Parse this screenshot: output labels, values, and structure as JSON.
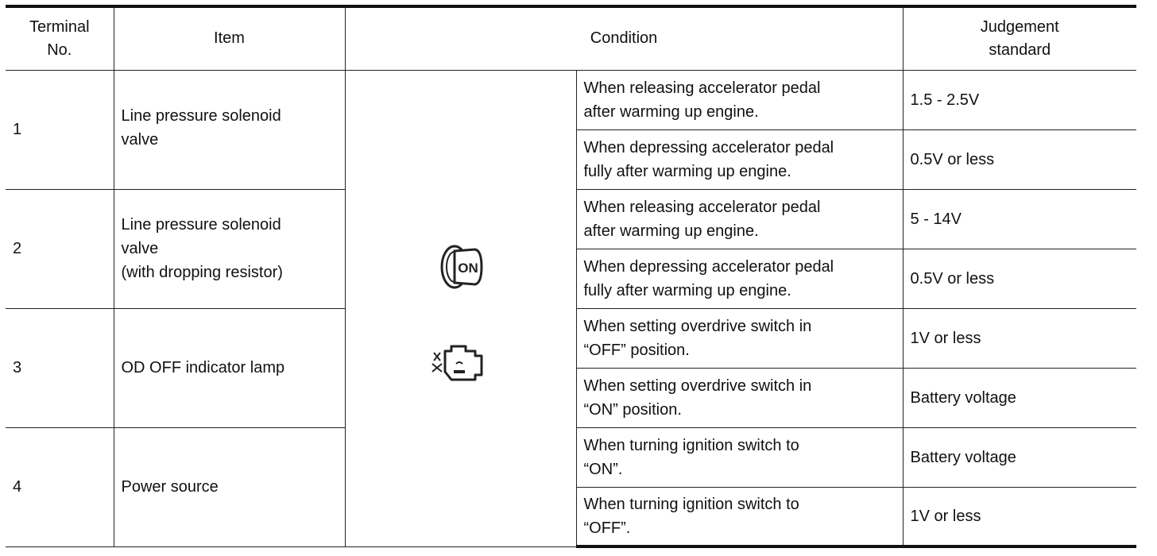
{
  "headers": {
    "terminal": "Terminal\nNo.",
    "item": "Item",
    "condition": "Condition",
    "judgement": "Judgement\nstandard"
  },
  "icons": {
    "top": "ignition-key-on-icon",
    "bottom": "engine-running-icon",
    "top_text": "ON"
  },
  "terminals": [
    {
      "no": "1",
      "item": "Line pressure solenoid\nvalve",
      "rows": [
        {
          "condition": "When releasing accelerator pedal\nafter warming up engine.",
          "judgement": "1.5 - 2.5V"
        },
        {
          "condition": "When depressing accelerator pedal\nfully after warming up engine.",
          "judgement": "0.5V or less"
        }
      ]
    },
    {
      "no": "2",
      "item": "Line pressure solenoid\nvalve\n(with dropping resistor)",
      "rows": [
        {
          "condition": "When releasing accelerator pedal\nafter warming up engine.",
          "judgement": "5 - 14V"
        },
        {
          "condition": "When depressing accelerator pedal\nfully after warming up engine.",
          "judgement": "0.5V or less"
        }
      ]
    },
    {
      "no": "3",
      "item": "OD OFF indicator lamp",
      "rows": [
        {
          "condition": "When setting overdrive switch in\n“OFF” position.",
          "judgement": "1V or less"
        },
        {
          "condition": "When setting overdrive switch in\n“ON” position.",
          "judgement": "Battery voltage"
        }
      ]
    },
    {
      "no": "4",
      "item": "Power source",
      "rows": [
        {
          "condition": "When turning ignition switch to\n“ON”.",
          "judgement": "Battery voltage"
        },
        {
          "condition": "When turning ignition switch to\n“OFF”.",
          "judgement": "1V or less"
        }
      ]
    }
  ]
}
